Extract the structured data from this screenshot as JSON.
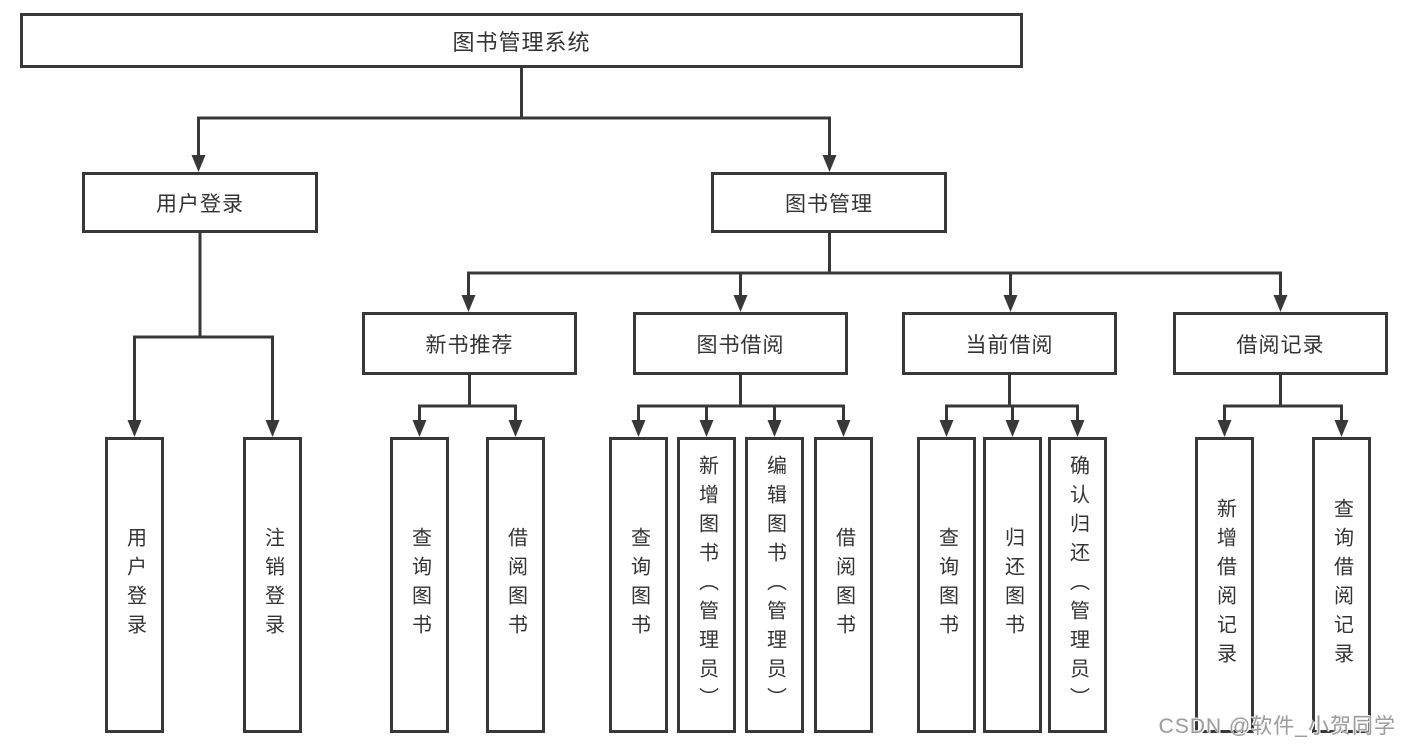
{
  "diagram": {
    "type": "hierarchy-tree",
    "background_color": "#ffffff",
    "line_color": "#383838",
    "text_color": "#333333",
    "levels": 4
  },
  "nodes": {
    "root": {
      "label": "图书管理系统"
    },
    "level2": [
      {
        "label": "用户登录"
      },
      {
        "label": "图书管理"
      }
    ],
    "level3": [
      {
        "label": "新书推荐"
      },
      {
        "label": "图书借阅"
      },
      {
        "label": "当前借阅"
      },
      {
        "label": "借阅记录"
      }
    ]
  },
  "leaves": [
    {
      "label": "用户登录",
      "parent": "用户登录"
    },
    {
      "label": "注销登录",
      "parent": "用户登录"
    },
    {
      "label": "查询图书",
      "parent": "新书推荐"
    },
    {
      "label": "借阅图书",
      "parent": "新书推荐"
    },
    {
      "label": "查询图书",
      "parent": "图书借阅"
    },
    {
      "label": "新增图书（管理员）",
      "parent": "图书借阅"
    },
    {
      "label": "编辑图书（管理员）",
      "parent": "图书借阅"
    },
    {
      "label": "借阅图书",
      "parent": "图书借阅"
    },
    {
      "label": "查询图书",
      "parent": "当前借阅"
    },
    {
      "label": "归还图书",
      "parent": "当前借阅"
    },
    {
      "label": "确认归还（管理员）",
      "parent": "当前借阅"
    },
    {
      "label": "新增借阅记录",
      "parent": "借阅记录"
    },
    {
      "label": "查询借阅记录",
      "parent": "借阅记录"
    }
  ],
  "watermark": {
    "text": "CSDN @软件_小贺同学",
    "color": "#9c9c9c"
  }
}
